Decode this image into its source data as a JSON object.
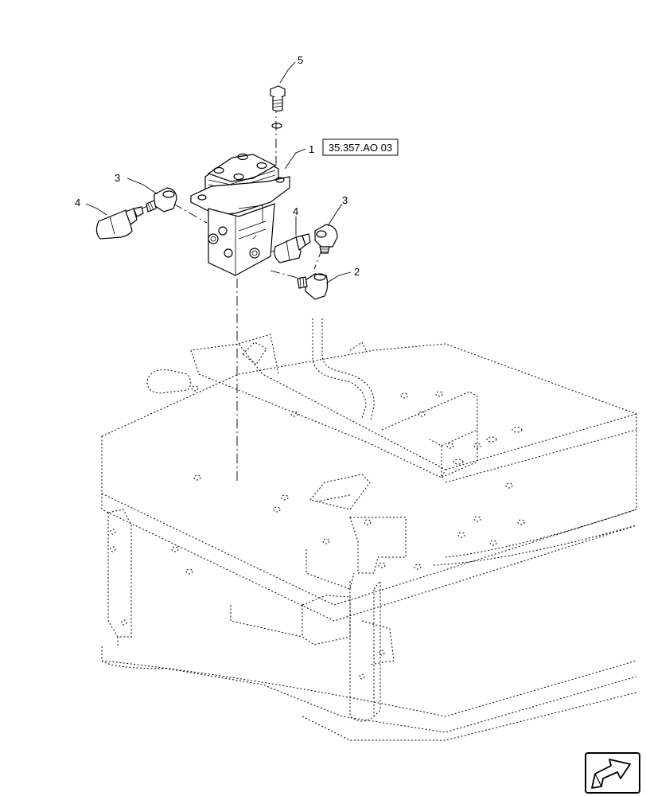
{
  "diagram": {
    "reference_box": {
      "label": "35.357.AO 03"
    },
    "callouts": [
      {
        "id": "callout-1",
        "label": "1"
      },
      {
        "id": "callout-2",
        "label": "2"
      },
      {
        "id": "callout-3a",
        "label": "3"
      },
      {
        "id": "callout-3b",
        "label": "3"
      },
      {
        "id": "callout-4a",
        "label": "4"
      },
      {
        "id": "callout-4b",
        "label": "4"
      },
      {
        "id": "callout-5",
        "label": "5"
      }
    ],
    "nav_icon": "forward-arrow-icon"
  }
}
